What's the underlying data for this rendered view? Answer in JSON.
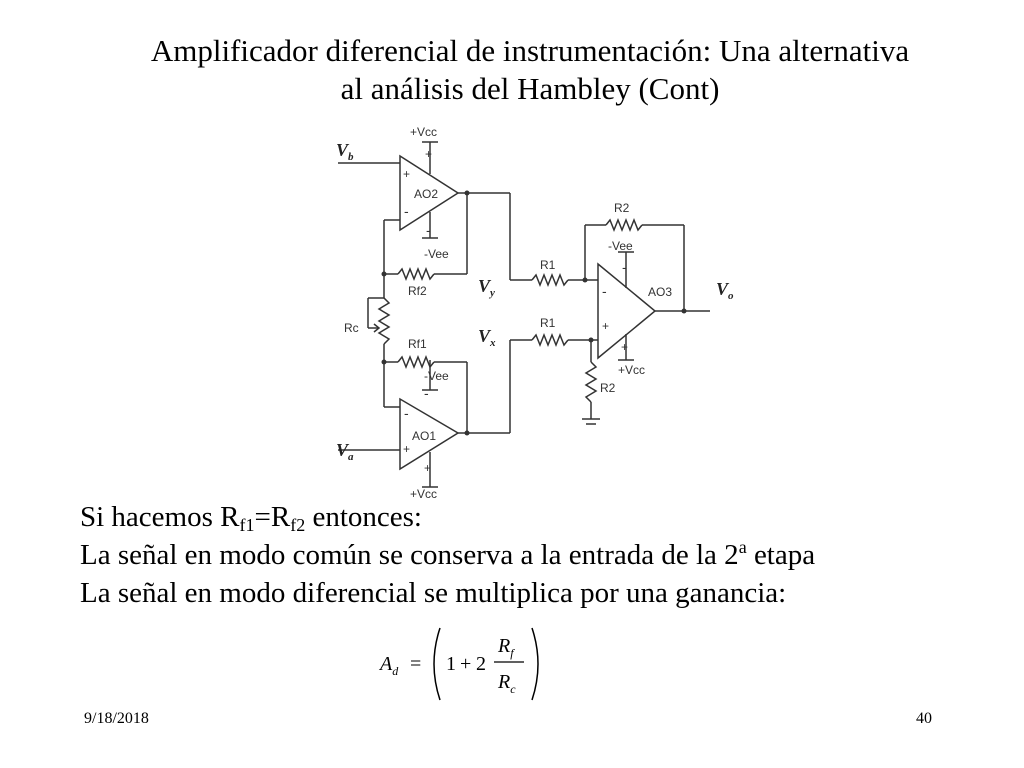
{
  "slide": {
    "title_line1": "Amplificador diferencial de instrumentación: Una alternativa",
    "title_line2": "al análisis del Hambley (Cont)"
  },
  "circuit": {
    "supply_pos": "+Vcc",
    "supply_neg": "-Vee",
    "opamps": {
      "ao1": "AO1",
      "ao2": "AO2",
      "ao3": "AO3"
    },
    "resistors": {
      "r1": "R1",
      "r2": "R2",
      "rf1": "Rf1",
      "rf2": "Rf2",
      "rc": "Rc"
    },
    "signals": {
      "vb": "V",
      "vb_sub": "b",
      "va": "V",
      "va_sub": "a",
      "vy": "V",
      "vy_sub": "y",
      "vx": "V",
      "vx_sub": "x",
      "vo": "V",
      "vo_sub": "o"
    },
    "plus": "+",
    "minus": "-"
  },
  "body": {
    "line1_a": "Si hacemos R",
    "line1_sub1": "f1",
    "line1_b": "=R",
    "line1_sub2": "f2",
    "line1_c": " entonces:",
    "line2_a": "La señal en modo común se conserva a la entrada de la 2",
    "line2_sup": "a",
    "line2_b": " etapa",
    "line3": "La señal en modo diferencial se multiplica por una ganancia:"
  },
  "formula": {
    "lhs": "A",
    "lhs_sub": "d",
    "eq": "=",
    "one": "1",
    "plus": "+",
    "two": "2",
    "num": "R",
    "num_sub": "f",
    "den": "R",
    "den_sub": "c"
  },
  "footer": {
    "date": "9/18/2018",
    "page": "40"
  }
}
